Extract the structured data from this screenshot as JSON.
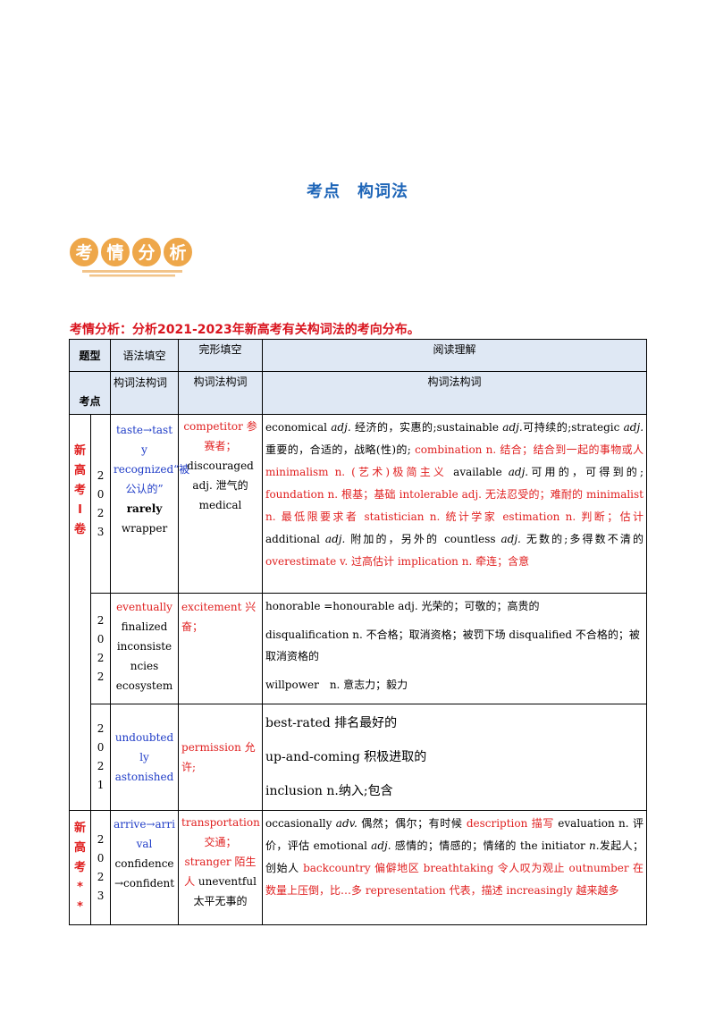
{
  "doc": {
    "title": "考点　构词法",
    "badge": [
      "考",
      "情",
      "分",
      "析"
    ],
    "intro": "考情分析：分析2021-2023年新高考有关构词法的考向分布。"
  },
  "table": {
    "header1": [
      "题型",
      "语法填空",
      "完形填空",
      "阅读理解"
    ],
    "header2": [
      "考点",
      "构词法构词",
      "构词法构词",
      "构词法构词"
    ],
    "groups": {
      "g1": [
        "新",
        "高",
        "考",
        "I",
        "卷"
      ],
      "g2": [
        "新",
        "高",
        "考",
        "*",
        "*"
      ]
    },
    "rows": {
      "r2023a": {
        "year": [
          "2",
          "0",
          "2",
          "3"
        ],
        "grammar": {
          "taste": "taste→tasty",
          "recognized": "recognized“被公认的”",
          "rarely": "rarely",
          "wrapper": "wrapper"
        },
        "cloze": {
          "competitor": "competitor 参赛者；",
          "discouraged": "discouraged adj. 泄气的",
          "medical": "medical"
        },
        "reading": {
          "p1": "economical ",
          "p2": "adj.",
          "p3": " 经济的，实惠的;sustainable ",
          "p4": "adj.",
          "p5": "可持续的;strategic ",
          "p6": "adj.",
          "p7": " 重要的，合适的，战略(性)的; ",
          "p8": "combination n. 结合；结合到一起的事物或人 minimalism n. (艺术)极简主义",
          "p9": " available ",
          "p10": "adj.",
          "p11": "可用的，可得到的; ",
          "p12": "foundation n. 根基；基础 intolerable adj. 无法忍受的；难耐的 minimalist n. 最低限要求者 statistician n. 统计学家 estimation n. 判断；估计",
          "p13": " additional ",
          "p14": "adj.",
          "p15": " 附加的，另外的 countless ",
          "p16": "adj.",
          "p17": " 无数的;多得数不清的 ",
          "p18": "overestimate v. 过高估计 implication n. 牵连；含意"
        }
      },
      "r2022": {
        "year": [
          "2",
          "0",
          "2",
          "2"
        ],
        "grammar": {
          "eventually": "eventually",
          "finalized": "finalized",
          "inconsistencies": "inconsistencies",
          "ecosystem": "ecosystem"
        },
        "cloze": {
          "excitement": "excitement 兴奋；"
        },
        "reading": {
          "l1": "honorable =honourable adj. 光荣的；可敬的；高贵的",
          "l2": "disqualification n. 不合格；取消资格；被罚下场 disqualified 不合格的；被取消资格的",
          "l3": "willpower　n. 意志力；毅力"
        }
      },
      "r2021": {
        "year": [
          "2",
          "0",
          "2",
          "1"
        ],
        "grammar": {
          "undoubtedly": "undoubtedly",
          "astonished": "astonished"
        },
        "cloze": {
          "permission": "permission 允许;"
        },
        "reading": {
          "l1": "best-rated 排名最好的",
          "l2": "up-and-coming 积极进取的",
          "l3": "inclusion n.纳入;包含"
        }
      },
      "r2023b": {
        "year": [
          "2",
          "0",
          "2",
          "3"
        ],
        "grammar": {
          "arrive": "arrive→arrival",
          "confidence": "confidence→confident"
        },
        "cloze": {
          "transportation": "transportation 交通；",
          "stranger": "stranger 陌生人",
          "uneventful": " uneventful 太平无事的"
        },
        "reading": {
          "p1": "occasionally ",
          "p2": "adv.",
          "p3": " 偶然；偶尔；有时候 ",
          "p4": "description 描写",
          "p5": " evaluation n. 评价，评估 emotional ",
          "p6": "adj.",
          "p7": " 感情的；情感的；情绪的 the initiator ",
          "p8": "n.",
          "p9": "发起人；创始人 ",
          "p10": "backcountry 偏僻地区 breathtaking 令人叹为观止 outnumber 在数量上压倒，比…多 representation 代表，描述 increasingly 越来越多"
        }
      }
    }
  }
}
